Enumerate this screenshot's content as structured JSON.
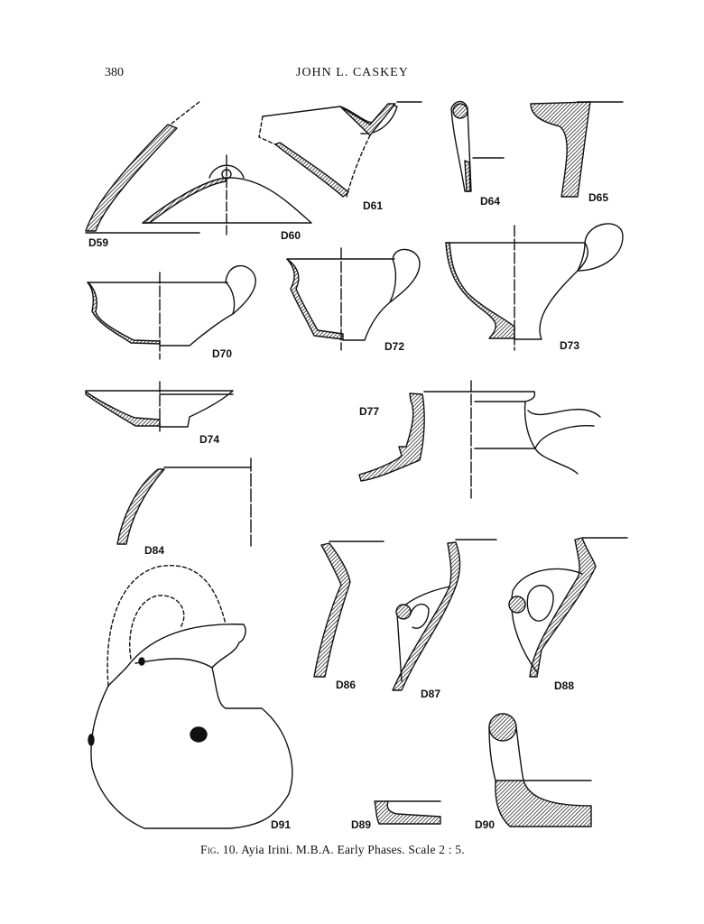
{
  "header": {
    "page_number": "380",
    "running_head": "JOHN L. CASKEY"
  },
  "caption": {
    "fig_label": "Fig.",
    "text": " 10.  Ayia Irini.  M.B.A. Early Phases.  Scale 2 : 5."
  },
  "figure": {
    "labels": {
      "D59": "D59",
      "D60": "D60",
      "D61": "D61",
      "D64": "D64",
      "D65": "D65",
      "D70": "D70",
      "D72": "D72",
      "D73": "D73",
      "D74": "D74",
      "D77": "D77",
      "D84": "D84",
      "D86": "D86",
      "D87": "D87",
      "D88": "D88",
      "D89": "D89",
      "D90": "D90",
      "D91": "D91"
    },
    "colors": {
      "ink": "#111111",
      "paper": "#ffffff"
    }
  }
}
